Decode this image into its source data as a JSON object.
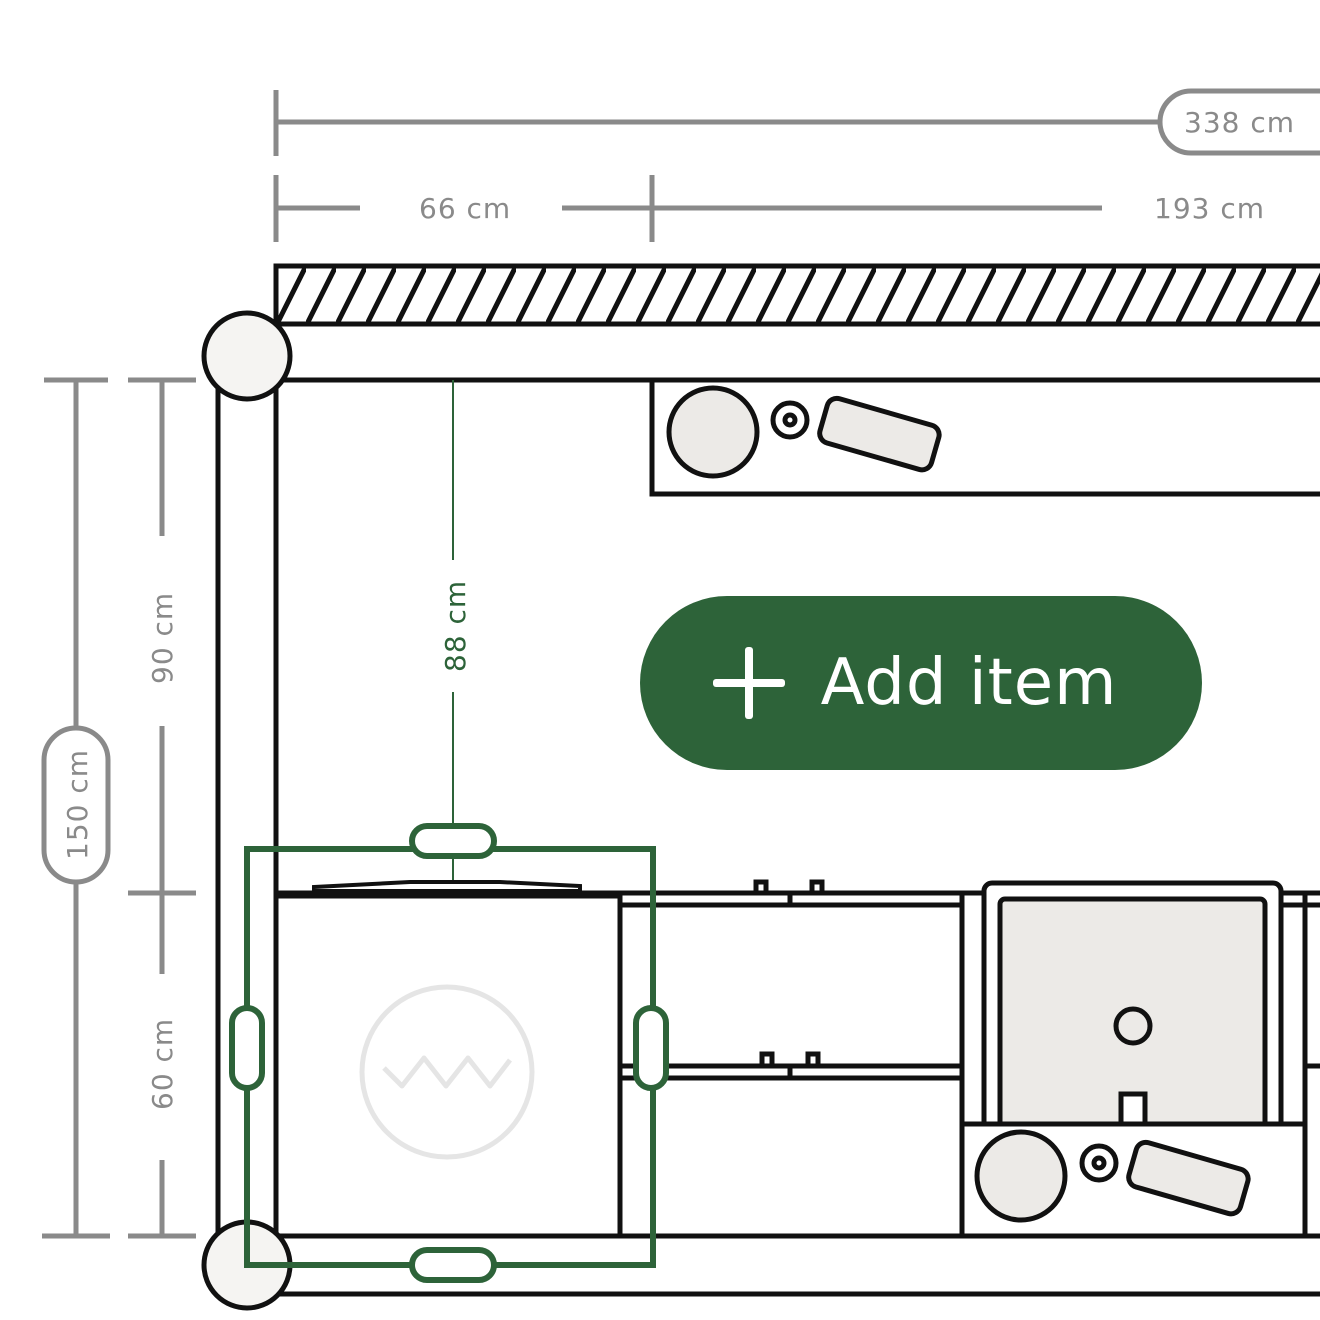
{
  "dimensions": {
    "total_width": "338 cm",
    "segment_left": "66 cm",
    "segment_right": "193 cm",
    "total_depth": "150 cm",
    "depth_upper": "90 cm",
    "depth_lower": "60 cm",
    "clearance": "88 cm"
  },
  "actions": {
    "add_item_label": "Add item"
  },
  "colors": {
    "accent": "#2d6339",
    "dimension": "#8a8a8a",
    "outline": "#111111",
    "fixture_fill": "#eceae7"
  }
}
